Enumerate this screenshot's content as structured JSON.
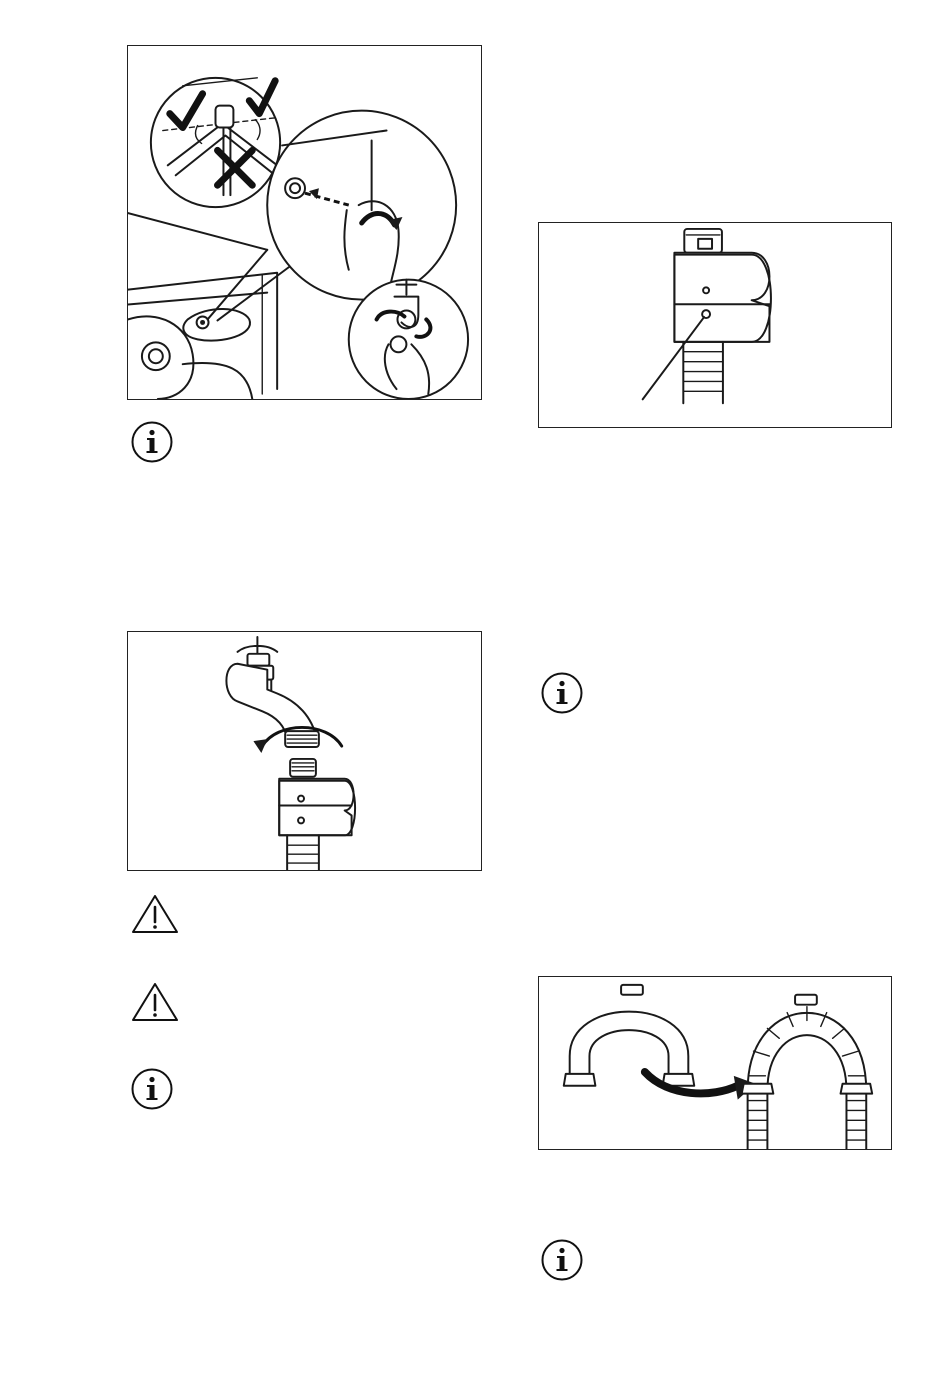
{
  "figures": {
    "inlet_hose_tap_connection": {
      "icon": "tap-connection-illustration"
    },
    "tap_thread_fitting": {
      "icon": "tap-thread-illustration"
    },
    "aquastop_device": {
      "icon": "water-stop-device-illustration"
    },
    "hose_guide_attach": {
      "icon": "hose-guide-illustration"
    }
  },
  "notes": [
    {
      "icon": "info-icon"
    },
    {
      "icon": "warning-icon"
    },
    {
      "icon": "warning-icon"
    },
    {
      "icon": "info-icon"
    },
    {
      "icon": "info-icon"
    },
    {
      "icon": "info-icon"
    }
  ],
  "colors": {
    "line": "#1a1a1a",
    "background": "#ffffff"
  }
}
